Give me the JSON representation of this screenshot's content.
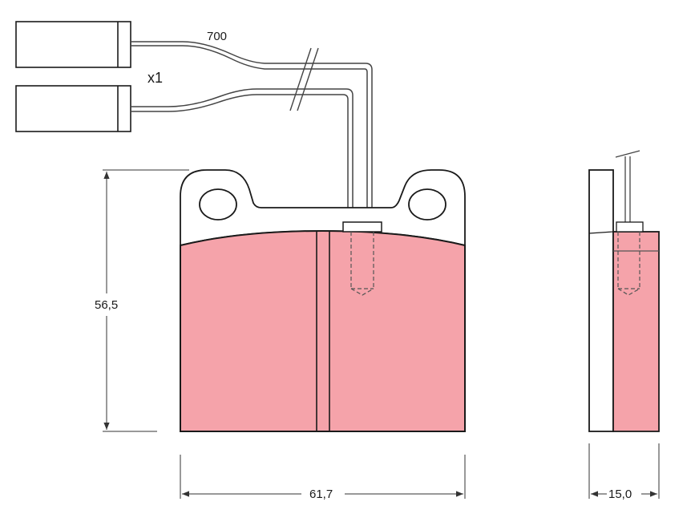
{
  "diagram": {
    "colors": {
      "lining": "#f5a3aa",
      "outline": "#1a1a1a",
      "dimension": "#333333"
    },
    "labels": {
      "wire_length": "700",
      "quantity": "x1",
      "height": "56,5",
      "width": "61,7",
      "thickness": "15,0"
    }
  }
}
